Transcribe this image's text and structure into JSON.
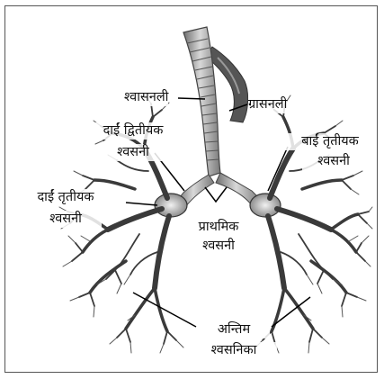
{
  "labels": {
    "trachea": "श्वासनली",
    "esophagus": "ग्रासनली",
    "right_secondary_l1": "दाईं द्वितीयक",
    "right_secondary_l2": "श्वसनी",
    "left_tertiary_l1": "बाईं तृतीयक",
    "left_tertiary_l2": "श्वसनी",
    "right_tertiary_l1": "दाईं तृतीयक",
    "right_tertiary_l2": "श्वसनी",
    "primary_l1": "प्राथमिक",
    "primary_l2": "श्वसनी",
    "terminal_l1": "अन्तिम",
    "terminal_l2": "श्वसनिका"
  }
}
